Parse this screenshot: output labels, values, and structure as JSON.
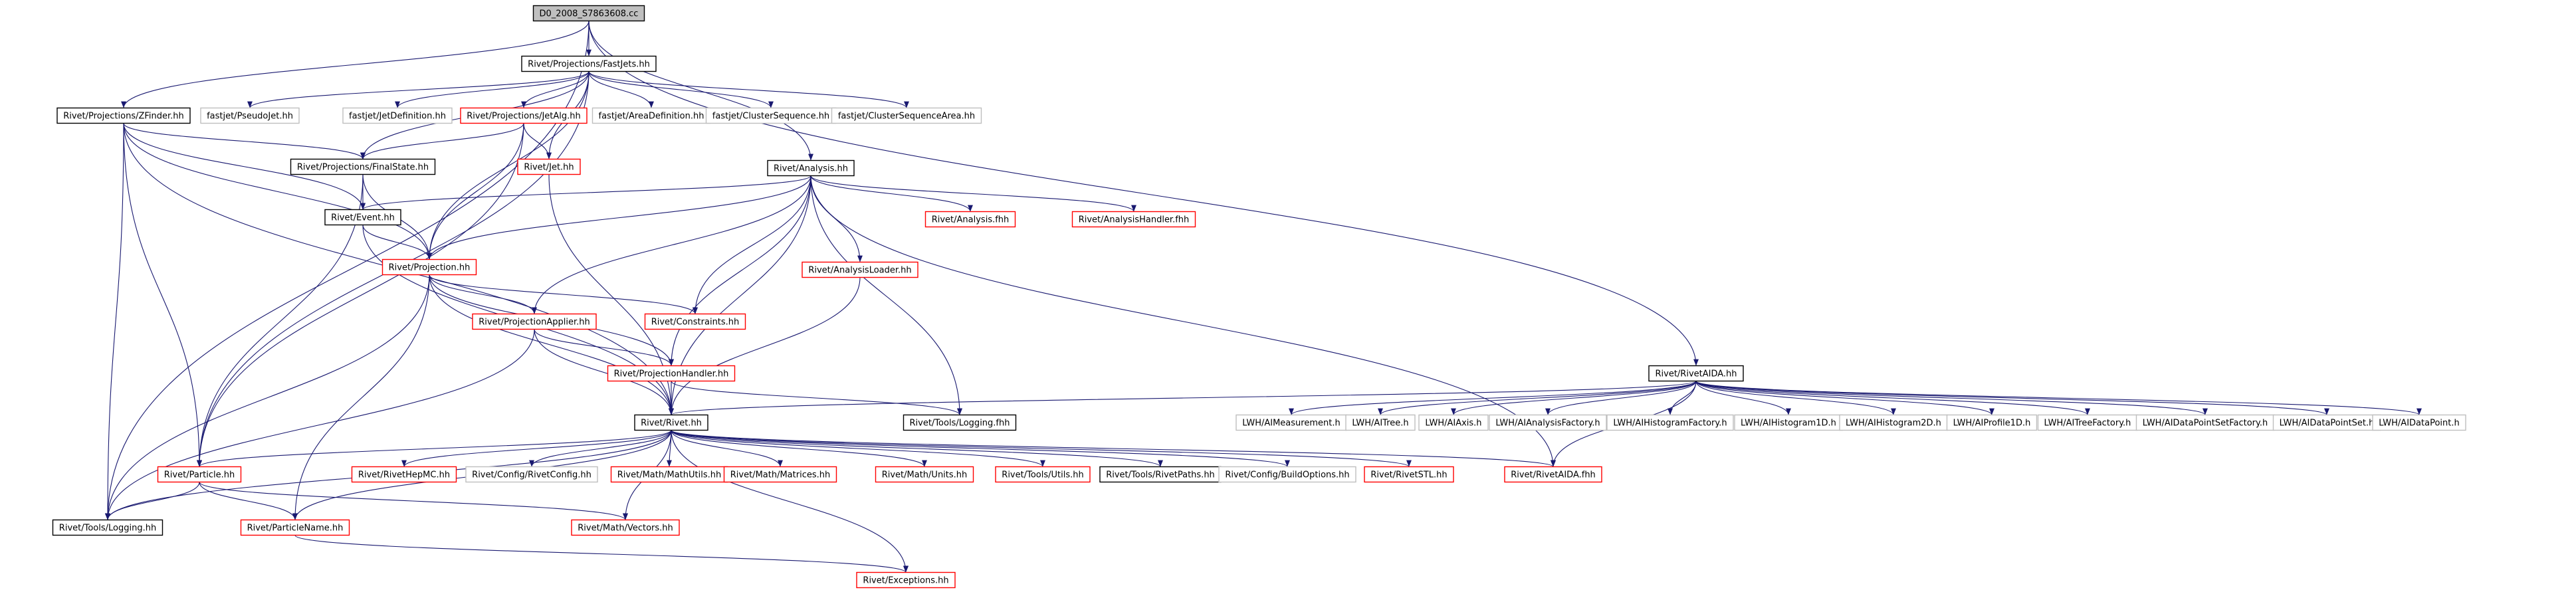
{
  "graph": {
    "colors": {
      "edge": "#191970",
      "text": "#000000",
      "black": "#000000",
      "red": "#ff0000",
      "gray": "#bfbfbf",
      "root_fill": "#bfbfbf"
    },
    "nodes": [
      {
        "id": "root",
        "label": "D0_2008_S7863608.cc",
        "style": "root"
      },
      {
        "id": "fastjets",
        "label": "Rivet/Projections/FastJets.hh",
        "style": "black"
      },
      {
        "id": "zfinder",
        "label": "Rivet/Projections/ZFinder.hh",
        "style": "black"
      },
      {
        "id": "pseudojet",
        "label": "fastjet/PseudoJet.hh",
        "style": "gray"
      },
      {
        "id": "jetdef",
        "label": "fastjet/JetDefinition.hh",
        "style": "gray"
      },
      {
        "id": "jetalg",
        "label": "Rivet/Projections/JetAlg.hh",
        "style": "red"
      },
      {
        "id": "areadef",
        "label": "fastjet/AreaDefinition.hh",
        "style": "gray"
      },
      {
        "id": "clusterseq",
        "label": "fastjet/ClusterSequence.hh",
        "style": "gray"
      },
      {
        "id": "clusterseqarea",
        "label": "fastjet/ClusterSequenceArea.hh",
        "style": "gray"
      },
      {
        "id": "finalstate",
        "label": "Rivet/Projections/FinalState.hh",
        "style": "black"
      },
      {
        "id": "jet",
        "label": "Rivet/Jet.hh",
        "style": "red"
      },
      {
        "id": "analysis",
        "label": "Rivet/Analysis.hh",
        "style": "black"
      },
      {
        "id": "event",
        "label": "Rivet/Event.hh",
        "style": "black"
      },
      {
        "id": "analysisfhh",
        "label": "Rivet/Analysis.fhh",
        "style": "red"
      },
      {
        "id": "analysishandlerfhh",
        "label": "Rivet/AnalysisHandler.fhh",
        "style": "red"
      },
      {
        "id": "projection",
        "label": "Rivet/Projection.hh",
        "style": "red"
      },
      {
        "id": "analysisloader",
        "label": "Rivet/AnalysisLoader.hh",
        "style": "red"
      },
      {
        "id": "constraints",
        "label": "Rivet/Constraints.hh",
        "style": "red"
      },
      {
        "id": "projapplier",
        "label": "Rivet/ProjectionApplier.hh",
        "style": "red"
      },
      {
        "id": "projhandler",
        "label": "Rivet/ProjectionHandler.hh",
        "style": "red"
      },
      {
        "id": "rivetaida",
        "label": "Rivet/RivetAIDA.hh",
        "style": "black"
      },
      {
        "id": "rivet",
        "label": "Rivet/Rivet.hh",
        "style": "black"
      },
      {
        "id": "toolslog1",
        "label": "Rivet/Tools/Logging.fhh",
        "style": "black"
      },
      {
        "id": "imeasurement",
        "label": "LWH/AIMeasurement.h",
        "style": "gray"
      },
      {
        "id": "itree",
        "label": "LWH/AITree.h",
        "style": "gray"
      },
      {
        "id": "iaxis",
        "label": "LWH/AIAxis.h",
        "style": "gray"
      },
      {
        "id": "ianalysisfactory",
        "label": "LWH/AIAnalysisFactory.h",
        "style": "gray"
      },
      {
        "id": "ihistofactory",
        "label": "LWH/AIHistogramFactory.h",
        "style": "gray"
      },
      {
        "id": "ihisto1d",
        "label": "LWH/AIHistogram1D.h",
        "style": "gray"
      },
      {
        "id": "ihisto2d",
        "label": "LWH/AIHistogram2D.h",
        "style": "gray"
      },
      {
        "id": "iprofile1d",
        "label": "LWH/AIProfile1D.h",
        "style": "gray"
      },
      {
        "id": "itreefactory",
        "label": "LWH/AITreeFactory.h",
        "style": "gray"
      },
      {
        "id": "idpsfactory",
        "label": "LWH/AIDataPointSetFactory.h",
        "style": "gray"
      },
      {
        "id": "idps",
        "label": "LWH/AIDataPointSet.h",
        "style": "gray"
      },
      {
        "id": "idp",
        "label": "LWH/AIDataPoint.h",
        "style": "gray"
      },
      {
        "id": "particle",
        "label": "Rivet/Particle.hh",
        "style": "red"
      },
      {
        "id": "hepmc",
        "label": "Rivet/RivetHepMC.hh",
        "style": "red"
      },
      {
        "id": "rivetconfig",
        "label": "Rivet/Config/RivetConfig.hh",
        "style": "gray"
      },
      {
        "id": "mathutils",
        "label": "Rivet/Math/MathUtils.hh",
        "style": "red"
      },
      {
        "id": "matrices",
        "label": "Rivet/Math/Matrices.hh",
        "style": "red"
      },
      {
        "id": "units",
        "label": "Rivet/Math/Units.hh",
        "style": "red"
      },
      {
        "id": "utils",
        "label": "Rivet/Tools/Utils.hh",
        "style": "red"
      },
      {
        "id": "paths",
        "label": "Rivet/Tools/RivetPaths.hh",
        "style": "black"
      },
      {
        "id": "buildoptions",
        "label": "Rivet/Config/BuildOptions.hh",
        "style": "gray"
      },
      {
        "id": "rivetstl",
        "label": "Rivet/RivetSTL.hh",
        "style": "red"
      },
      {
        "id": "rivetaidafhh",
        "label": "Rivet/RivetAIDA.fhh",
        "style": "red"
      },
      {
        "id": "toolslog2",
        "label": "Rivet/Tools/Logging.hh",
        "style": "black"
      },
      {
        "id": "particlename",
        "label": "Rivet/ParticleName.hh",
        "style": "red"
      },
      {
        "id": "vectors",
        "label": "Rivet/Math/Vectors.hh",
        "style": "red"
      },
      {
        "id": "exceptions",
        "label": "Rivet/Exceptions.hh",
        "style": "red"
      }
    ],
    "edges": [
      [
        "root",
        "fastjets"
      ],
      [
        "root",
        "zfinder"
      ],
      [
        "root",
        "analysis"
      ],
      [
        "root",
        "rivetaida"
      ],
      [
        "root",
        "toolslog2"
      ],
      [
        "fastjets",
        "pseudojet"
      ],
      [
        "fastjets",
        "jetdef"
      ],
      [
        "fastjets",
        "jetalg"
      ],
      [
        "fastjets",
        "areadef"
      ],
      [
        "fastjets",
        "clusterseq"
      ],
      [
        "fastjets",
        "clusterseqarea"
      ],
      [
        "fastjets",
        "finalstate"
      ],
      [
        "fastjets",
        "jet"
      ],
      [
        "fastjets",
        "projection"
      ],
      [
        "fastjets",
        "particle"
      ],
      [
        "zfinder",
        "finalstate"
      ],
      [
        "zfinder",
        "event"
      ],
      [
        "zfinder",
        "projection"
      ],
      [
        "zfinder",
        "rivet"
      ],
      [
        "zfinder",
        "particle"
      ],
      [
        "zfinder",
        "toolslog2"
      ],
      [
        "jetalg",
        "finalstate"
      ],
      [
        "jetalg",
        "jet"
      ],
      [
        "jetalg",
        "projection"
      ],
      [
        "jetalg",
        "particle"
      ],
      [
        "finalstate",
        "event"
      ],
      [
        "finalstate",
        "projection"
      ],
      [
        "finalstate",
        "particle"
      ],
      [
        "jet",
        "rivet"
      ],
      [
        "analysis",
        "event"
      ],
      [
        "analysis",
        "projection"
      ],
      [
        "analysis",
        "analysisfhh"
      ],
      [
        "analysis",
        "analysishandlerfhh"
      ],
      [
        "analysis",
        "analysisloader"
      ],
      [
        "analysis",
        "constraints"
      ],
      [
        "analysis",
        "projapplier"
      ],
      [
        "analysis",
        "projhandler"
      ],
      [
        "analysis",
        "rivet"
      ],
      [
        "analysis",
        "toolslog1"
      ],
      [
        "analysis",
        "rivetaidafhh"
      ],
      [
        "event",
        "projection"
      ],
      [
        "event",
        "rivet"
      ],
      [
        "projection",
        "constraints"
      ],
      [
        "projection",
        "projapplier"
      ],
      [
        "projection",
        "projhandler"
      ],
      [
        "projection",
        "rivet"
      ],
      [
        "projection",
        "particlename"
      ],
      [
        "projection",
        "toolslog2"
      ],
      [
        "analysisloader",
        "rivet"
      ],
      [
        "projapplier",
        "projhandler"
      ],
      [
        "projapplier",
        "rivet"
      ],
      [
        "projapplier",
        "toolslog2"
      ],
      [
        "projhandler",
        "rivet"
      ],
      [
        "projhandler",
        "toolslog1"
      ],
      [
        "rivetaida",
        "rivet"
      ],
      [
        "rivetaida",
        "imeasurement"
      ],
      [
        "rivetaida",
        "itree"
      ],
      [
        "rivetaida",
        "iaxis"
      ],
      [
        "rivetaida",
        "ianalysisfactory"
      ],
      [
        "rivetaida",
        "ihistofactory"
      ],
      [
        "rivetaida",
        "ihisto1d"
      ],
      [
        "rivetaida",
        "ihisto2d"
      ],
      [
        "rivetaida",
        "iprofile1d"
      ],
      [
        "rivetaida",
        "itreefactory"
      ],
      [
        "rivetaida",
        "idpsfactory"
      ],
      [
        "rivetaida",
        "idps"
      ],
      [
        "rivetaida",
        "idp"
      ],
      [
        "rivetaida",
        "rivetaidafhh"
      ],
      [
        "rivet",
        "particle"
      ],
      [
        "rivet",
        "hepmc"
      ],
      [
        "rivet",
        "rivetconfig"
      ],
      [
        "rivet",
        "mathutils"
      ],
      [
        "rivet",
        "matrices"
      ],
      [
        "rivet",
        "units"
      ],
      [
        "rivet",
        "utils"
      ],
      [
        "rivet",
        "paths"
      ],
      [
        "rivet",
        "buildoptions"
      ],
      [
        "rivet",
        "rivetstl"
      ],
      [
        "rivet",
        "rivetaidafhh"
      ],
      [
        "rivet",
        "toolslog2"
      ],
      [
        "rivet",
        "particlename"
      ],
      [
        "rivet",
        "vectors"
      ],
      [
        "rivet",
        "exceptions"
      ],
      [
        "particle",
        "toolslog2"
      ],
      [
        "particle",
        "particlename"
      ],
      [
        "particle",
        "vectors"
      ],
      [
        "particlename",
        "exceptions"
      ]
    ]
  }
}
